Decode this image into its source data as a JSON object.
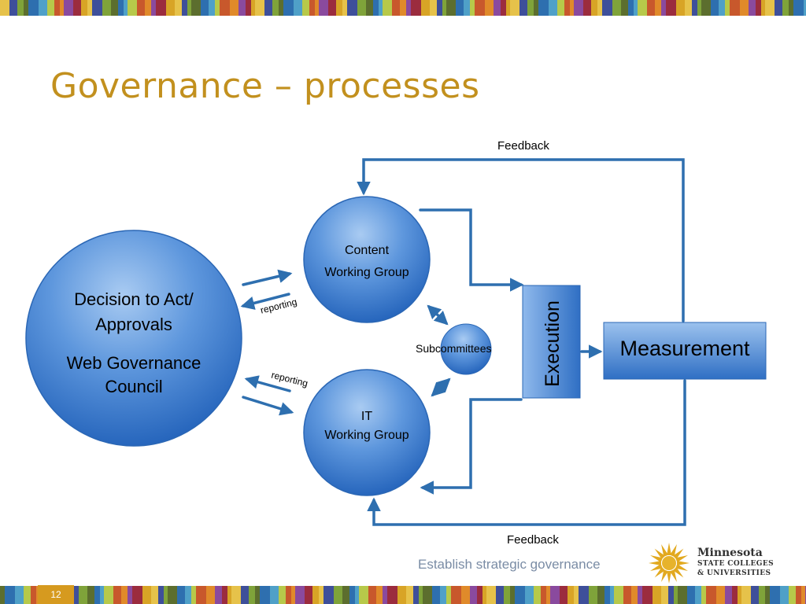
{
  "slide": {
    "title": "Governance – processes",
    "footer": "Establish strategic governance",
    "page_number": "12"
  },
  "diagram": {
    "council": {
      "line1": "Decision to Act/",
      "line2": "Approvals",
      "line3": "Web Governance",
      "line4": "Council"
    },
    "content_group": {
      "line1": "Content",
      "line2": "Working Group"
    },
    "it_group": {
      "line1": "IT",
      "line2": "Working Group"
    },
    "subcommittees": "Subcommittees",
    "execution": "Execution",
    "measurement": "Measurement",
    "feedback_top": "Feedback",
    "feedback_bottom": "Feedback",
    "reporting_top": "reporting",
    "reporting_bottom": "reporting"
  },
  "logo": {
    "line1": "Minnesota",
    "line2": "STATE COLLEGES",
    "line3": "& UNIVERSITIES"
  },
  "colors": {
    "title": "#C2901E",
    "node_fill": "#4A86D0",
    "arrow": "#2E6FAF",
    "page_badge": "#D69A1F"
  }
}
